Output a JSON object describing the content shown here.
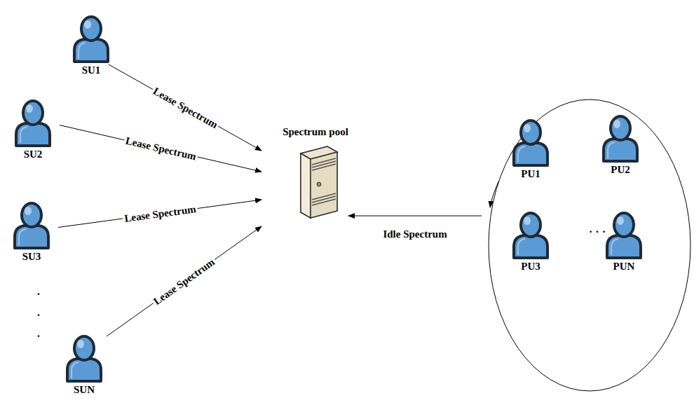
{
  "diagram": {
    "nodes": [
      {
        "text": [
          "SU1"
        ]
      },
      {
        "text": [
          "SU2"
        ]
      },
      {
        "text": [
          "SU3"
        ]
      },
      {
        "text": [
          "SUN"
        ]
      },
      {
        "text": [
          "Spectrum pool"
        ]
      },
      {
        "text": []
      },
      {
        "text": [
          "PU1"
        ],
        "in": 5
      },
      {
        "text": [
          "PU2"
        ],
        "in": 5
      },
      {
        "text": [
          "PU3"
        ],
        "in": 5
      },
      {
        "text": [
          "PUN"
        ],
        "in": 5
      }
    ],
    "edges": [
      {
        "from": 0,
        "to": 4,
        "label": "Lease Spectrum",
        "arrow": "to"
      },
      {
        "from": 1,
        "to": 4,
        "label": "Lease Spectrum",
        "arrow": "to"
      },
      {
        "from": 2,
        "to": 4,
        "label": "Lease Spectrum",
        "arrow": "to"
      },
      {
        "from": 3,
        "to": 4,
        "label": "Lease Spectrum",
        "arrow": "to"
      },
      {
        "from": 5,
        "to": 4,
        "label": "Idle Spectrum",
        "arrow": "to"
      }
    ],
    "labels": [
      "· · ·",
      "· · ·"
    ]
  }
}
